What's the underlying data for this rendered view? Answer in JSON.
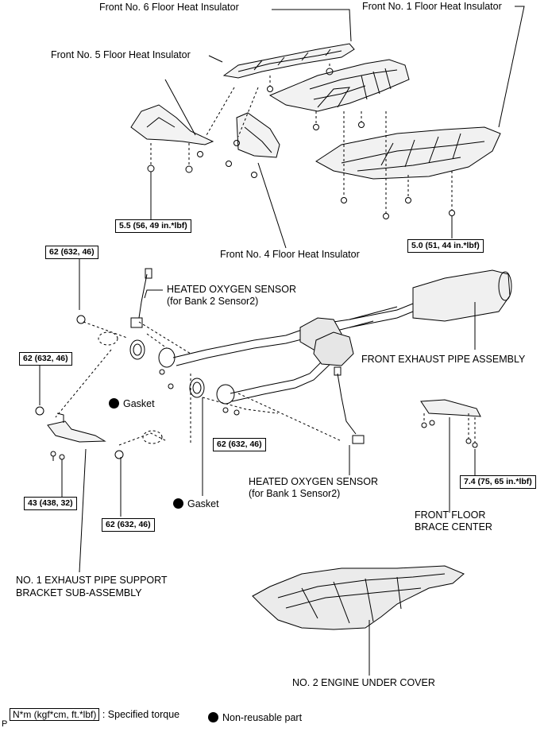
{
  "labels": {
    "front6": "Front No. 6 Floor Heat Insulator",
    "front1": "Front No. 1 Floor Heat Insulator",
    "front5": "Front No. 5 Floor Heat Insulator",
    "front4": "Front No. 4 Floor Heat Insulator",
    "hos_b2_1": "HEATED OXYGEN SENSOR",
    "hos_b2_2": "(for Bank 2 Sensor2)",
    "fep": "FRONT EXHAUST PIPE ASSEMBLY",
    "gasket1": "Gasket",
    "gasket2": "Gasket",
    "hos_b1_1": "HEATED OXYGEN SENSOR",
    "hos_b1_2": "(for Bank 1 Sensor2)",
    "ffbc_1": "FRONT FLOOR",
    "ffbc_2": "BRACE CENTER",
    "bracket_1": "NO. 1 EXHAUST PIPE SUPPORT",
    "bracket_2": "BRACKET SUB-ASSEMBLY",
    "undercover": "NO. 2 ENGINE UNDER COVER",
    "corner": "P"
  },
  "torques": {
    "t1": "5.5 (56, 49 in.*lbf)",
    "t2": "5.0 (51, 44 in.*lbf)",
    "t3": "62 (632, 46)",
    "t4": "62 (632, 46)",
    "t5": "62 (632, 46)",
    "t6": "62 (632, 46)",
    "t7": "43 (438, 32)",
    "t8": "7.4 (75, 65 in.*lbf)"
  },
  "legend": {
    "torque_unit": "N*m (kgf*cm, ft.*lbf)",
    "torque_text": ": Specified torque",
    "nonreusable": "Non-reusable part"
  }
}
